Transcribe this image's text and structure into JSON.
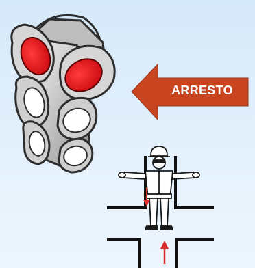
{
  "stop_arrow": {
    "label": "ARRESTO",
    "color": "#c9451f"
  },
  "traffic_light": {
    "lit_color": "#e0141c",
    "lit_lamps": 2,
    "unlit_lamps": 4
  },
  "intersection": {
    "arrow_color": "#d9282a"
  }
}
